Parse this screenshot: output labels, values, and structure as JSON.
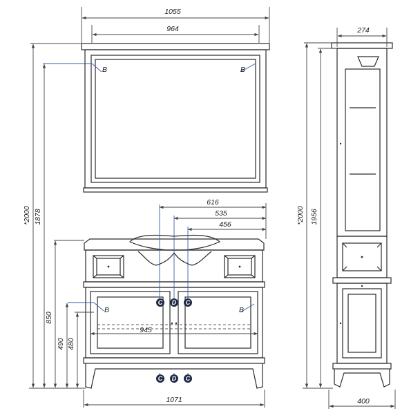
{
  "colors": {
    "outline": "#2a2a2a",
    "dimension_line": "#444444",
    "leader_line": "#3a5ba8",
    "badge_fill": "#1f2a44"
  },
  "mirror": {
    "dim_outer": "1055",
    "dim_inner": "964",
    "label_left": "B",
    "label_right": "B"
  },
  "cabinet": {
    "dim_top": "616",
    "dim_mid": "535",
    "dim_low": "456",
    "dim_shelf": "945",
    "dim_width": "1071",
    "label_left": "B",
    "label_right": "B",
    "hardware": [
      "C",
      "D",
      "C"
    ],
    "plumbing": [
      "C",
      "D",
      "C"
    ]
  },
  "heights": {
    "total": "*2000",
    "mirror_top": "1878",
    "counter": "850",
    "h490": "490",
    "h480": "480"
  },
  "column": {
    "dim_top": "274",
    "dim_bottom": "400",
    "height_total": "*2000",
    "height_body": "1956"
  }
}
